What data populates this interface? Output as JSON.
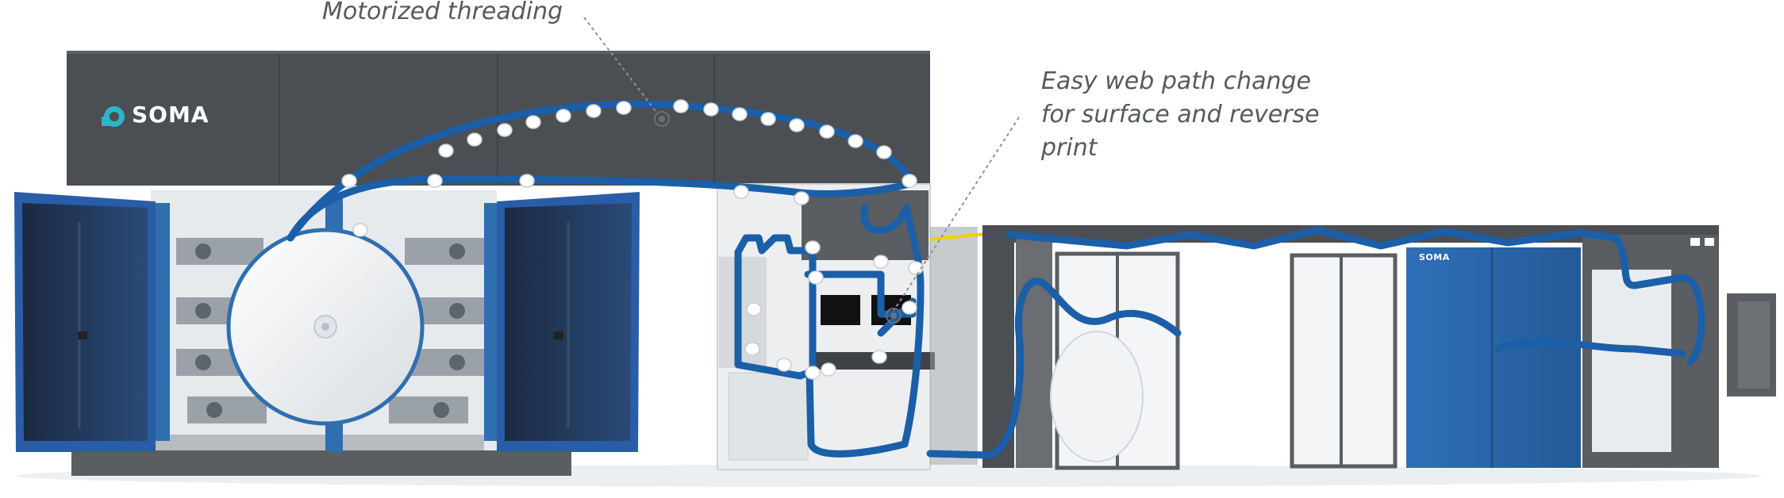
{
  "callouts": {
    "threading": "Motorized threading",
    "web_path": [
      "Easy web path change",
      "for surface and reverse",
      "print"
    ]
  },
  "brand": {
    "name": "SOMA",
    "logo_color": "#2bb5c9"
  },
  "colors": {
    "machine_dark": "#4b4e52",
    "panel_blue": "#2f6fb0",
    "web_blue": "#1a5fa8",
    "frame_grey": "#5a5d61",
    "drum_white": "#eef0f2",
    "accent_yellow": "#f0d000"
  }
}
